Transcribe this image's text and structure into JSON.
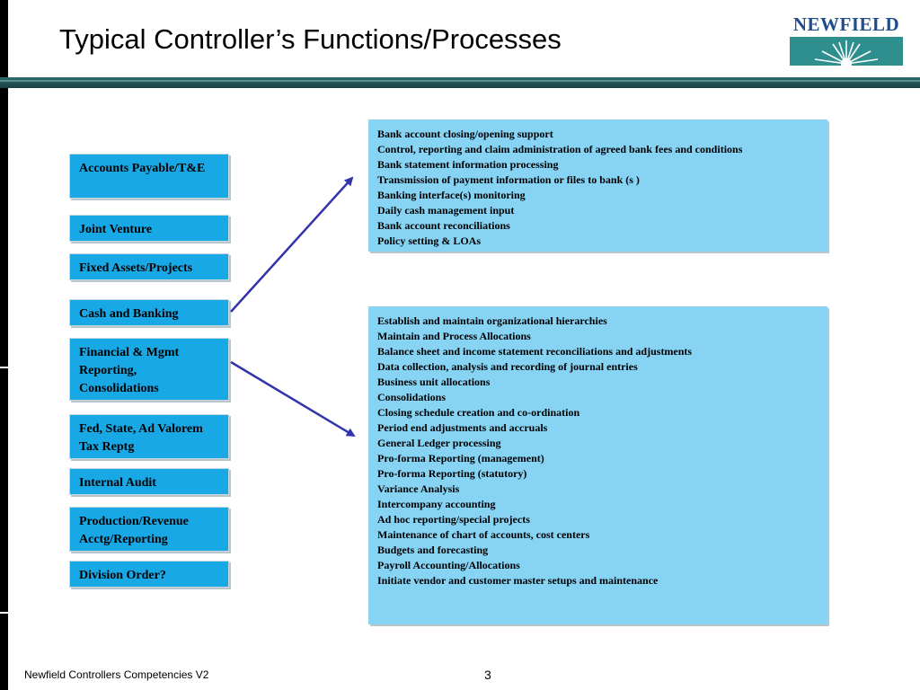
{
  "slide": {
    "title": "Typical Controller’s Functions/Processes",
    "logo_text": "NEWFIELD",
    "footer": "Newfield Controllers Competencies V2",
    "page_number": "3"
  },
  "functions": [
    "Accounts Payable/T&E",
    "Joint Venture",
    "Fixed Assets/Projects",
    "Cash and Banking",
    "Financial & Mgmt Reporting, Consolidations",
    "Fed, State, Ad Valorem Tax Reptg",
    "Internal Audit",
    "Production/Revenue Acctg/Reporting",
    "Division Order?"
  ],
  "cash_banking_details": [
    "Bank account closing/opening support",
    "Control, reporting and claim administration of agreed bank fees and conditions",
    "Bank statement information processing",
    "Transmission of  payment information or files to bank (s )",
    "Banking interface(s) monitoring",
    "Daily cash management input",
    "Bank account reconciliations",
    "Policy setting & LOAs"
  ],
  "reporting_details": [
    "Establish and maintain organizational hierarchies",
    "Maintain and Process Allocations",
    "Balance sheet and income statement reconciliations and adjustments",
    "Data collection, analysis and recording of journal entries",
    "Business unit allocations",
    "Consolidations",
    "Closing schedule creation and co-ordination",
    "Period end adjustments and accruals",
    "General Ledger processing",
    "Pro-forma Reporting (management)",
    "Pro-forma Reporting (statutory)",
    "Variance Analysis",
    "Intercompany accounting",
    "Ad hoc reporting/special projects",
    "Maintenance of chart of accounts, cost centers",
    "Budgets and forecasting",
    "Payroll Accounting/Allocations",
    "Initiate vendor and customer master setups and maintenance"
  ],
  "colors": {
    "function_box": "#19a8e6",
    "detail_box": "#86d3f4",
    "arrow": "#3333aa",
    "header_bar": "#2d6b6b",
    "logo": "#1f4e8c"
  }
}
